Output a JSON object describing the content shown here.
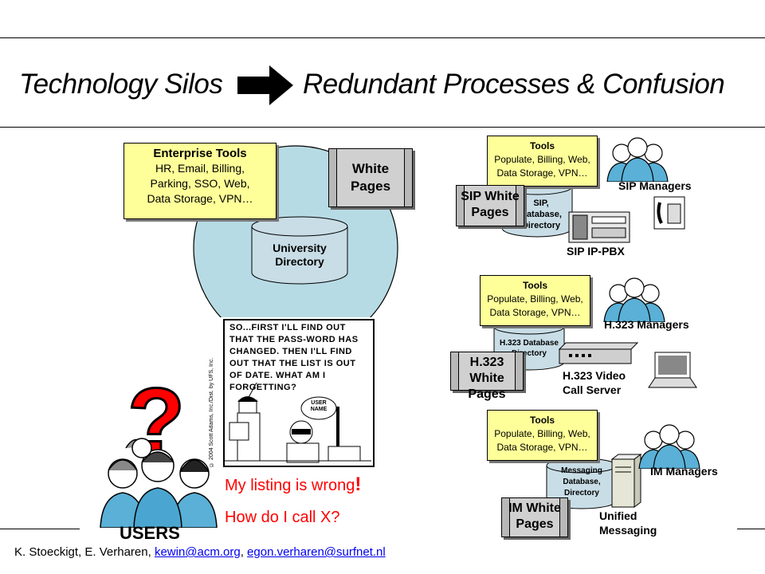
{
  "header": {
    "title_left": "Technology Silos",
    "title_right": "Redundant Processes & Confusion"
  },
  "center": {
    "enterprise_tools": {
      "title": "Enterprise Tools",
      "line1": "HR, Email, Billing,",
      "line2": "Parking, SSO, Web,",
      "line3": "Data Storage, VPN…"
    },
    "white_pages": {
      "line1": "White",
      "line2": "Pages"
    },
    "university_directory": {
      "line1": "University",
      "line2": "Directory"
    }
  },
  "comic": {
    "text": "SO...FIRST I'LL FIND OUT THAT THE PASS-WORD HAS CHANGED. THEN I'LL FIND OUT THAT THE LIST IS OUT OF DATE. WHAT AM I FORGETTING?",
    "bubble": "USER NAME",
    "copyright": "© 2004 Scott Adams, Inc./Dist. by UFS, Inc."
  },
  "users": {
    "label": "USERS",
    "question_mark": "?",
    "listing_text": "My listing is wrong",
    "listing_mark": "!",
    "call_text": "How do I call X?"
  },
  "sip": {
    "tools": {
      "title": "Tools",
      "line1": "Populate, Billing, Web,",
      "line2": "Data Storage, VPN…"
    },
    "db": {
      "line1": "SIP,",
      "line2": "Database,",
      "line3": "Directory"
    },
    "white_pages": {
      "line1": "SIP White",
      "line2": "Pages"
    },
    "managers": "SIP Managers",
    "device": "SIP IP-PBX"
  },
  "h323": {
    "tools": {
      "title": "Tools",
      "line1": "Populate, Billing, Web,",
      "line2": "Data Storage, VPN…"
    },
    "db": {
      "line1": "H.323 Database",
      "line2": "Directory"
    },
    "white_pages": {
      "line1": "H.323 White",
      "line2": "Pages"
    },
    "managers": "H.323 Managers",
    "device_line1": "H.323 Video",
    "device_line2": "Call Server"
  },
  "im": {
    "tools": {
      "title": "Tools",
      "line1": "Populate, Billing, Web,",
      "line2": "Data Storage, VPN…"
    },
    "db": {
      "line1": "Messaging",
      "line2": "Database,",
      "line3": "Directory"
    },
    "white_pages": {
      "line1": "IM White",
      "line2": "Pages"
    },
    "managers": "IM Managers",
    "device_line1": "Unified",
    "device_line2": "Messaging"
  },
  "footer": {
    "authors": "K. Stoeckigt, E. Verharen,",
    "email1": "kewin@acm.org",
    "separator": ",",
    "email2": "egon.verharen@surfnet.nl"
  },
  "colors": {
    "tool_box": "#ffff99",
    "circle": "#b7dbe4",
    "db": "#c8dde6",
    "white_pages": "#d0d0d0",
    "red_text": "#ff0000",
    "link": "#0000ee"
  }
}
